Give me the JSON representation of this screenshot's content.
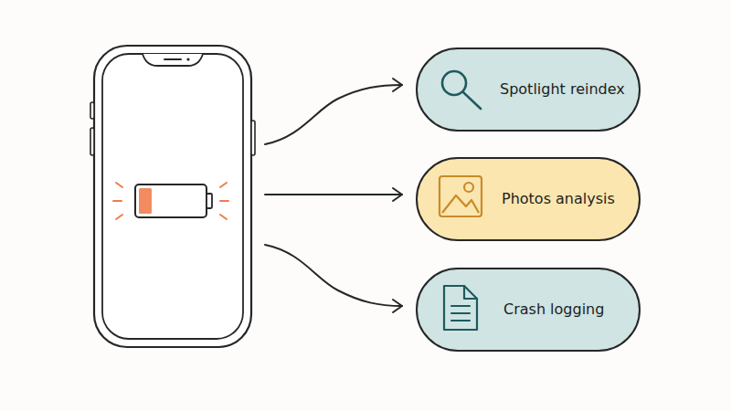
{
  "diagram": {
    "nodes": [
      {
        "text": [
          "Spotlight reindex"
        ]
      },
      {
        "text": [
          "Photos analysis"
        ]
      },
      {
        "text": [
          "Crash logging"
        ]
      }
    ]
  }
}
